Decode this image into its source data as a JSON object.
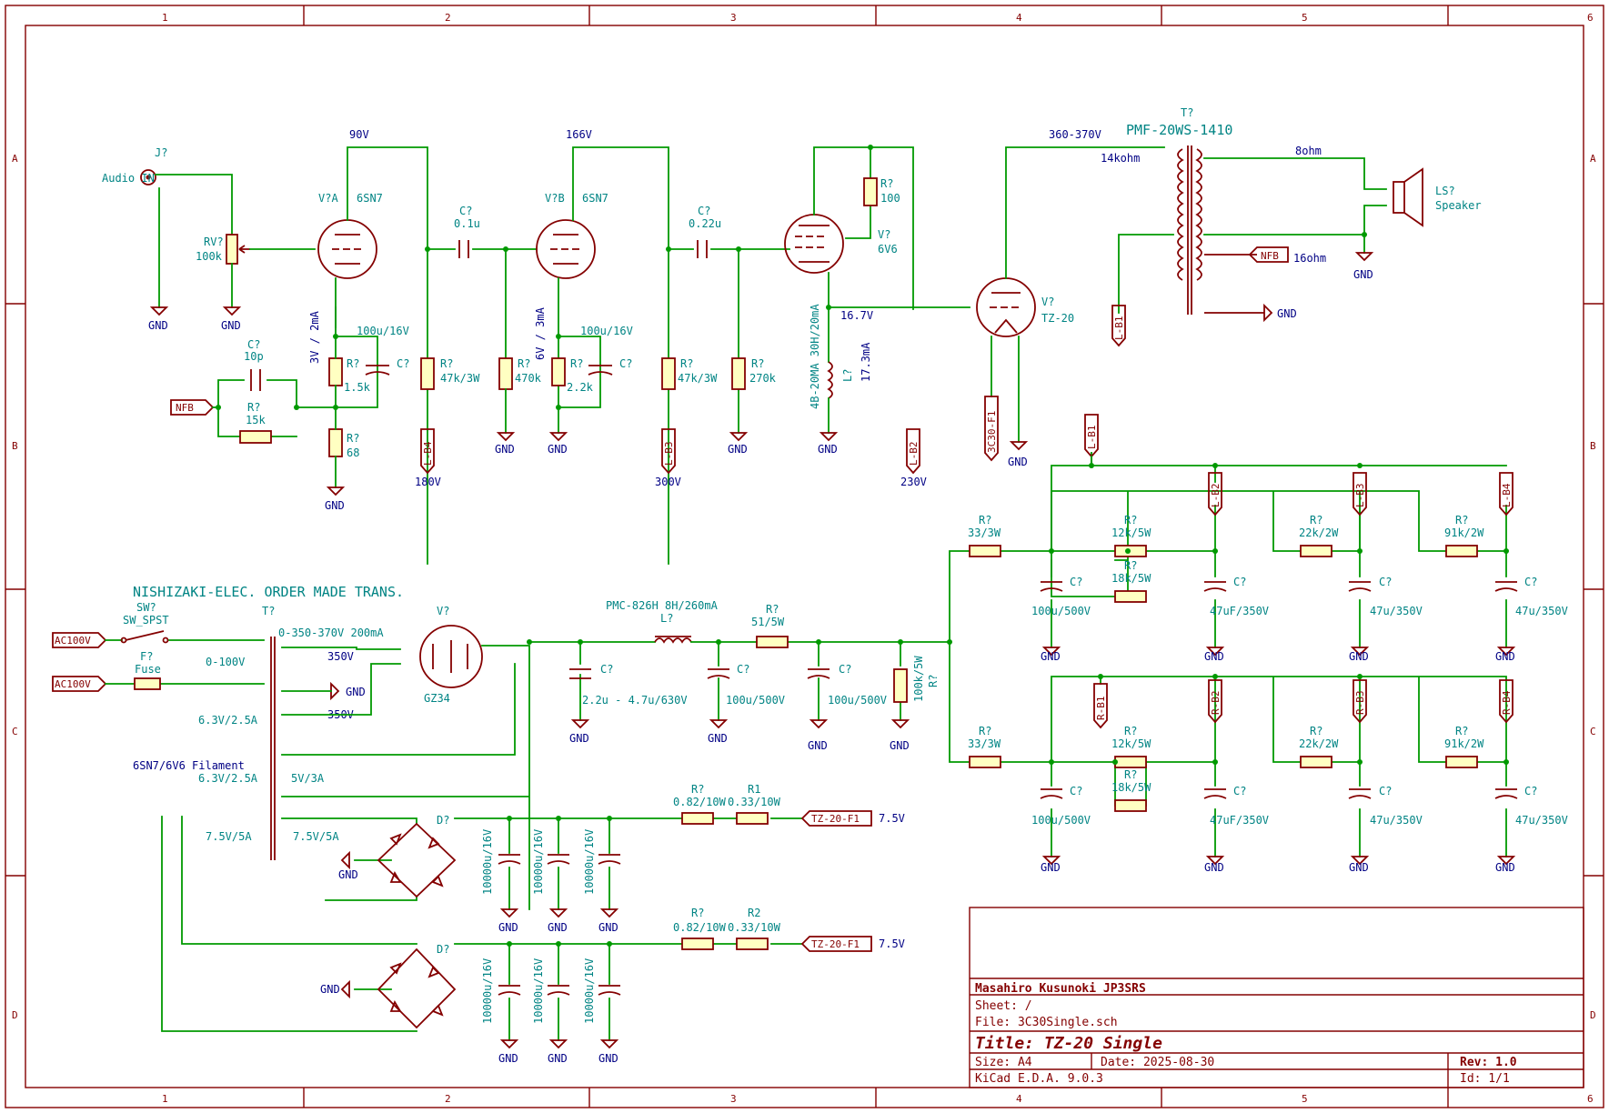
{
  "sheet": {
    "frame_cols": [
      "1",
      "2",
      "3",
      "4",
      "5",
      "6"
    ],
    "frame_rows": [
      "A",
      "B",
      "C",
      "D"
    ]
  },
  "title_block": {
    "company": "Masahiro Kusunoki JP3SRS",
    "sheet": "Sheet: /",
    "file": "File: 3C30Single.sch",
    "title": "Title: TZ-20 Single",
    "size": "Size: A4",
    "date": "Date: 2025-08-30",
    "rev": "Rev: 1.0",
    "tool": "KiCad E.D.A. 9.0.3",
    "id": "Id: 1/1"
  },
  "input": {
    "jack_ref": "J?",
    "jack_val": "Audio IN",
    "pot_ref": "RV?",
    "pot_val": "100k",
    "gnd": "GND"
  },
  "stage1": {
    "tube_ref": "V?A",
    "tube_val": "6SN7",
    "plate_v": "90V",
    "bias_note": "3V / 2mA",
    "rk_ref": "R?",
    "rk_val": "1.5k",
    "ck_ref": "C?",
    "ck_val": "100u/16V",
    "rfb_ref": "R?",
    "rfb_val": "68",
    "cfb_ref": "C?",
    "cfb_val": "10p",
    "rnfb_ref": "R?",
    "rnfb_val": "15k",
    "nfb": "NFB",
    "rl_ref": "R?",
    "rl_val": "47k/3W",
    "b4": "L-B4",
    "b4_v": "180V",
    "cc_ref": "C?",
    "cc_val": "0.1u",
    "rg_ref": "R?",
    "rg_val": "470k"
  },
  "stage2": {
    "tube_ref": "V?B",
    "tube_val": "6SN7",
    "plate_v": "166V",
    "bias_note": "6V / 3mA",
    "rk_ref": "R?",
    "rk_val": "2.2k",
    "ck_ref": "C?",
    "ck_val": "100u/16V",
    "rl_ref": "R?",
    "rl_val": "47k/3W",
    "b3": "L-B3",
    "b3_v": "300V",
    "cc_ref": "C?",
    "cc_val": "0.22u",
    "rg_ref": "R?",
    "rg_val": "270k"
  },
  "driver": {
    "tube_ref": "V?",
    "tube_val": "6V6",
    "rg2_ref": "R?",
    "rg2_val": "100",
    "choke_ref": "L?",
    "choke_val": "4B-20MA 30H/20mA",
    "choke_current": "17.3mA",
    "cathode_v": "16.7V",
    "b2": "L-B2",
    "b2_v": "230V"
  },
  "output": {
    "tube_ref": "V?",
    "tube_val": "TZ-20",
    "fil": "3C30-F1",
    "b_plus": "360-370V",
    "ot_ref": "T?",
    "ot_val": "PMF-20WS-1410",
    "ot_pri": "14kohm",
    "ot_sec": "8ohm",
    "ot_nfb": "16ohm",
    "b1": "L-B1",
    "spk_ref": "LS?",
    "spk_val": "Speaker",
    "nfb": "NFB"
  },
  "psu": {
    "maker": "NISHIZAKI-ELEC. ORDER MADE TRANS.",
    "pt_ref": "T?",
    "sw_ref": "SW?",
    "sw_val": "SW_SPST",
    "fuse_ref": "F?",
    "fuse_val": "Fuse",
    "ac": "AC100V",
    "pri": "0-100V",
    "w_6v3a": "6.3V/2.5A",
    "w_6v3b": "6.3V/2.5A",
    "filament_note": "6SN7/6V6 Filament",
    "w_75a": "7.5V/5A",
    "w_75b": "7.5V/5A",
    "w_hv": "0-350-370V 200mA",
    "w_350a": "350V",
    "w_350b": "350V",
    "w_5v": "5V/3A",
    "rect_ref": "V?",
    "rect_val": "GZ34",
    "choke_ref": "L?",
    "choke_val": "PMC-826H 8H/260mA",
    "c1_ref": "C?",
    "c1_val": "2.2u - 4.7u/630V",
    "c2_ref": "C?",
    "c2_val": "100u/500V",
    "r1_ref": "R?",
    "r1_val": "51/5W",
    "c3_ref": "C?",
    "c3_val": "100u/500V",
    "rb_ref": "R?",
    "rb_val": "100k/5W",
    "ch_l": {
      "b1": "L-B1",
      "b2": "L-B2",
      "b3": "L-B3",
      "b4": "L-B4",
      "r33": "33/3W",
      "c100": "100u/500V",
      "r12": "12k/5W",
      "r18": "18k/5W",
      "c47f": "47uF/350V",
      "r22": "22k/2W",
      "c47a": "47u/350V",
      "r91": "91k/2W",
      "c47b": "47u/350V"
    },
    "ch_r": {
      "b1": "R-B1",
      "b2": "R-B2",
      "b3": "R-B3",
      "b4": "R-B4",
      "r33": "33/3W",
      "c100": "100u/500V",
      "r12": "12k/5W",
      "r18": "18k/5W",
      "c47f": "47uF/350V",
      "r22": "22k/2W",
      "c47a": "47u/350V",
      "r91": "91k/2W",
      "c47b": "47u/350V"
    },
    "fil1": {
      "d_ref": "D?",
      "cap": "10000u/16V",
      "ra_ref": "R?",
      "ra_val": "0.82/10W",
      "rb_ref": "R1",
      "rb_val": "0.33/10W",
      "out": "TZ-20-F1",
      "out_v": "7.5V"
    },
    "fil2": {
      "d_ref": "D?",
      "cap": "10000u/16V",
      "ra_ref": "R?",
      "ra_val": "0.82/10W",
      "rb_ref": "R2",
      "rb_val": "0.33/10W",
      "out": "TZ-20-F1",
      "out_v": "7.5V"
    }
  },
  "colors": {
    "wire": "#009900",
    "component": "#840000",
    "reference": "#008484",
    "power_note": "#000084",
    "body_fill": "#ffffc2"
  },
  "common": {
    "gnd": "GND",
    "cref": "C?",
    "rref": "R?"
  }
}
